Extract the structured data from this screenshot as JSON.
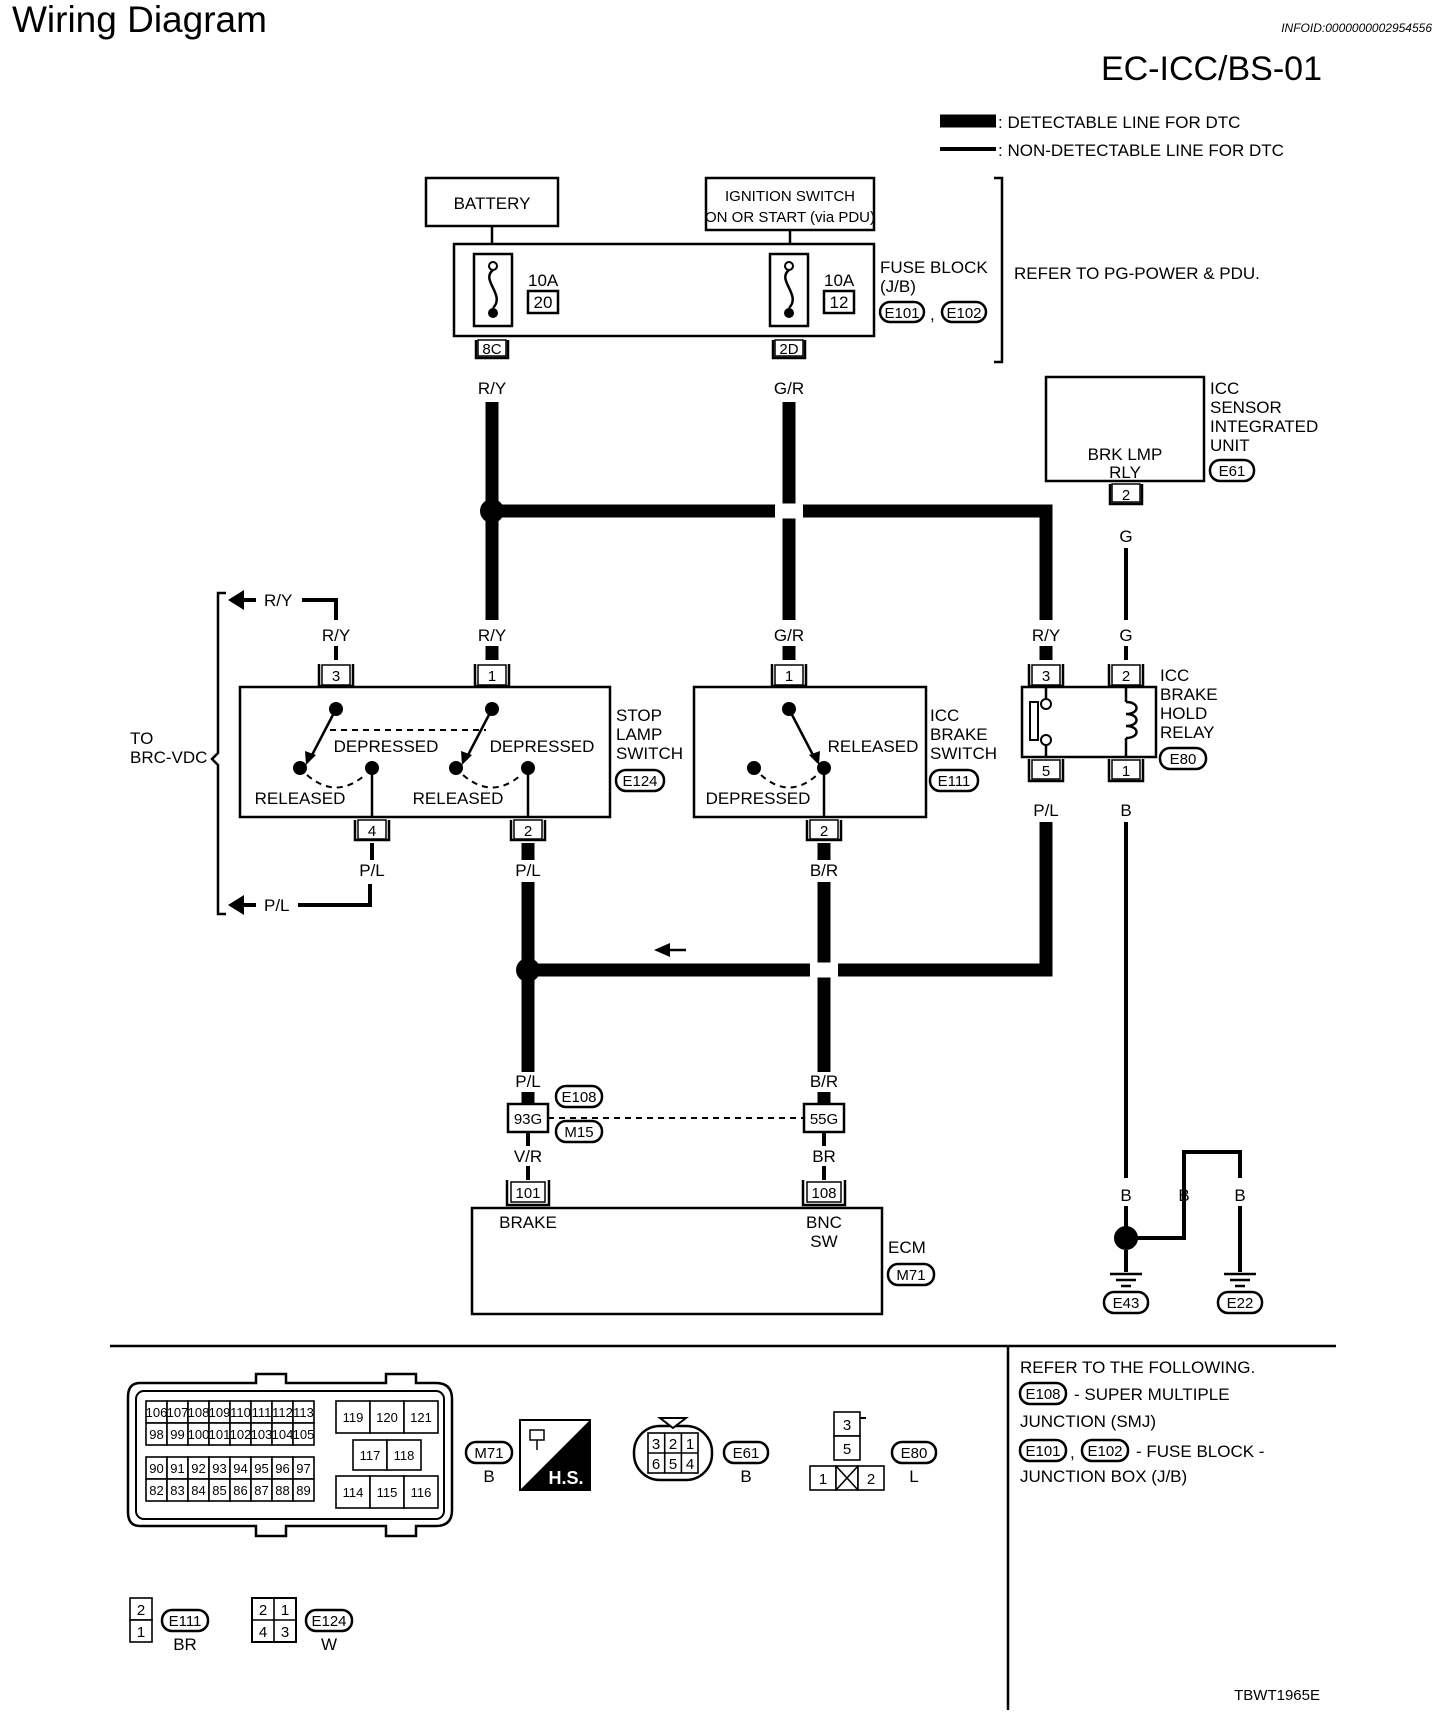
{
  "header": {
    "title": "Wiring Diagram",
    "info_id": "INFOID:0000000002954556",
    "code": "EC-ICC/BS-01",
    "figure_id": "TBWT1965E"
  },
  "legend": [
    {
      "label": ": DETECTABLE LINE FOR DTC",
      "style": "thick"
    },
    {
      "label": ": NON-DETECTABLE LINE FOR DTC",
      "style": "thin"
    }
  ],
  "sources": {
    "battery": "BATTERY",
    "ignition_line1": "IGNITION SWITCH",
    "ignition_line2": "ON OR START (via PDU)"
  },
  "fuse_block": {
    "fuse1_rating": "10A",
    "fuse1_no": "20",
    "fuse1_terminal": "8C",
    "fuse2_rating": "10A",
    "fuse2_no": "12",
    "fuse2_terminal": "2D",
    "label_line1": "FUSE BLOCK",
    "label_line2": "(J/B)",
    "conn1": "E101",
    "conn2": "E102",
    "separator": ",",
    "refer": "REFER TO PG-POWER & PDU."
  },
  "icc_sensor": {
    "line1": "ICC",
    "line2": "SENSOR",
    "line3": "INTEGRATED",
    "line4": "UNIT",
    "conn": "E61",
    "inner1": "BRK LMP",
    "inner2": "RLY",
    "terminal": "2"
  },
  "wires": {
    "ry": "R/Y",
    "gr": "G/R",
    "g": "G",
    "pl": "P/L",
    "br": "B/R",
    "b": "B",
    "vr": "V/R",
    "br2": "BR"
  },
  "to_brc": {
    "line1": "TO",
    "line2": "BRC-VDC"
  },
  "stop_lamp": {
    "line1": "STOP",
    "line2": "LAMP",
    "line3": "SWITCH",
    "conn": "E124",
    "t3": "3",
    "t1": "1",
    "t4": "4",
    "t2": "2",
    "depressed": "DEPRESSED",
    "released": "RELEASED"
  },
  "brake_switch": {
    "line1": "ICC",
    "line2": "BRAKE",
    "line3": "SWITCH",
    "conn": "E111",
    "t1": "1",
    "t2": "2",
    "released": "RELEASED",
    "depressed": "DEPRESSED"
  },
  "hold_relay": {
    "line1": "ICC",
    "line2": "BRAKE",
    "line3": "HOLD",
    "line4": "RELAY",
    "conn": "E80",
    "t3": "3",
    "t2": "2",
    "t5": "5",
    "t1": "1"
  },
  "joint": {
    "conn_top": "E108",
    "conn_bottom": "M15",
    "t1": "93G",
    "t2": "55G"
  },
  "ecm": {
    "label": "ECM",
    "conn": "M71",
    "t101": "101",
    "t108": "108",
    "pin1": "BRAKE",
    "pin2_line1": "BNC",
    "pin2_line2": "SW"
  },
  "grounds": [
    "E43",
    "E22"
  ],
  "refer_box": {
    "title": "REFER TO THE FOLLOWING.",
    "e108_text": "- SUPER MULTIPLE",
    "e108_text2": "JUNCTION (SMJ)",
    "fuse_text": "- FUSE BLOCK -",
    "fuse_text2": "JUNCTION BOX (J/B)"
  },
  "connectors": {
    "m71": {
      "name": "M71",
      "color": "B",
      "hs": "H.S.",
      "row1": [
        "106",
        "107",
        "108",
        "109",
        "110",
        "111",
        "112",
        "113"
      ],
      "row2": [
        "98",
        "99",
        "100",
        "101",
        "102",
        "103",
        "104",
        "105"
      ],
      "row3": [
        "90",
        "91",
        "92",
        "93",
        "94",
        "95",
        "96",
        "97"
      ],
      "row4": [
        "82",
        "83",
        "84",
        "85",
        "86",
        "87",
        "88",
        "89"
      ],
      "mid_top": [
        "119",
        "120",
        "121"
      ],
      "mid_mid": [
        "117",
        "118"
      ],
      "mid_bot": [
        "114",
        "115",
        "116"
      ]
    },
    "e61": {
      "name": "E61",
      "color": "B",
      "top": [
        "3",
        "2",
        "1"
      ],
      "bottom": [
        "6",
        "5",
        "4"
      ]
    },
    "e80": {
      "name": "E80",
      "color": "L",
      "top": "3",
      "mid": "5",
      "left": "1",
      "right": "2"
    },
    "e111": {
      "name": "E111",
      "color": "BR",
      "top": "2",
      "bottom": "1"
    },
    "e124": {
      "name": "E124",
      "color": "W",
      "top": [
        "2",
        "1"
      ],
      "bottom": [
        "4",
        "3"
      ]
    }
  }
}
